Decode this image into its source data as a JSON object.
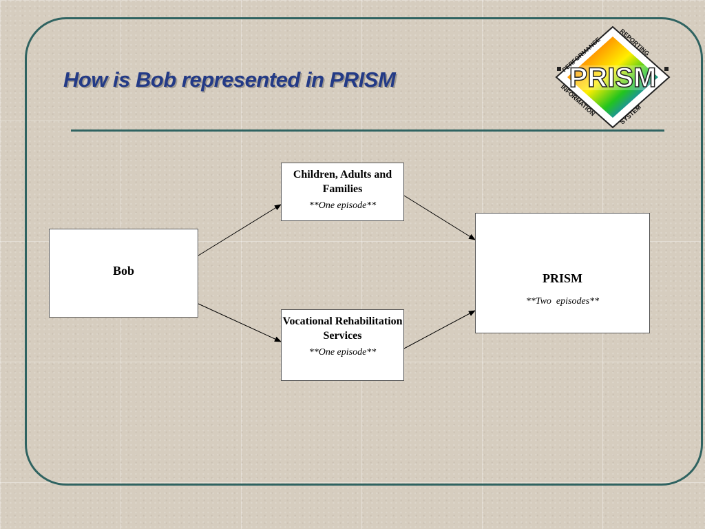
{
  "slide": {
    "title": "How is Bob represented in PRISM"
  },
  "logo": {
    "word": "PRISM",
    "top_left_text": "PERFORMANCE",
    "top_right_text": "REPORTING",
    "bottom_left_text": "INFORMATION",
    "bottom_right_text": "SYSTEM"
  },
  "diagram": {
    "bob": {
      "label": "Bob"
    },
    "caf": {
      "label": "Children, Adults and Families",
      "episodes": "**One episode**"
    },
    "vr": {
      "label": "Vocational Rehabilitation Services",
      "episodes": "**One episode**"
    },
    "prism": {
      "label": "PRISM",
      "episodes": "**Two  episodes**"
    }
  },
  "colors": {
    "title": "#233a86",
    "frame": "#2f6361",
    "background": "#d6cdbf"
  }
}
